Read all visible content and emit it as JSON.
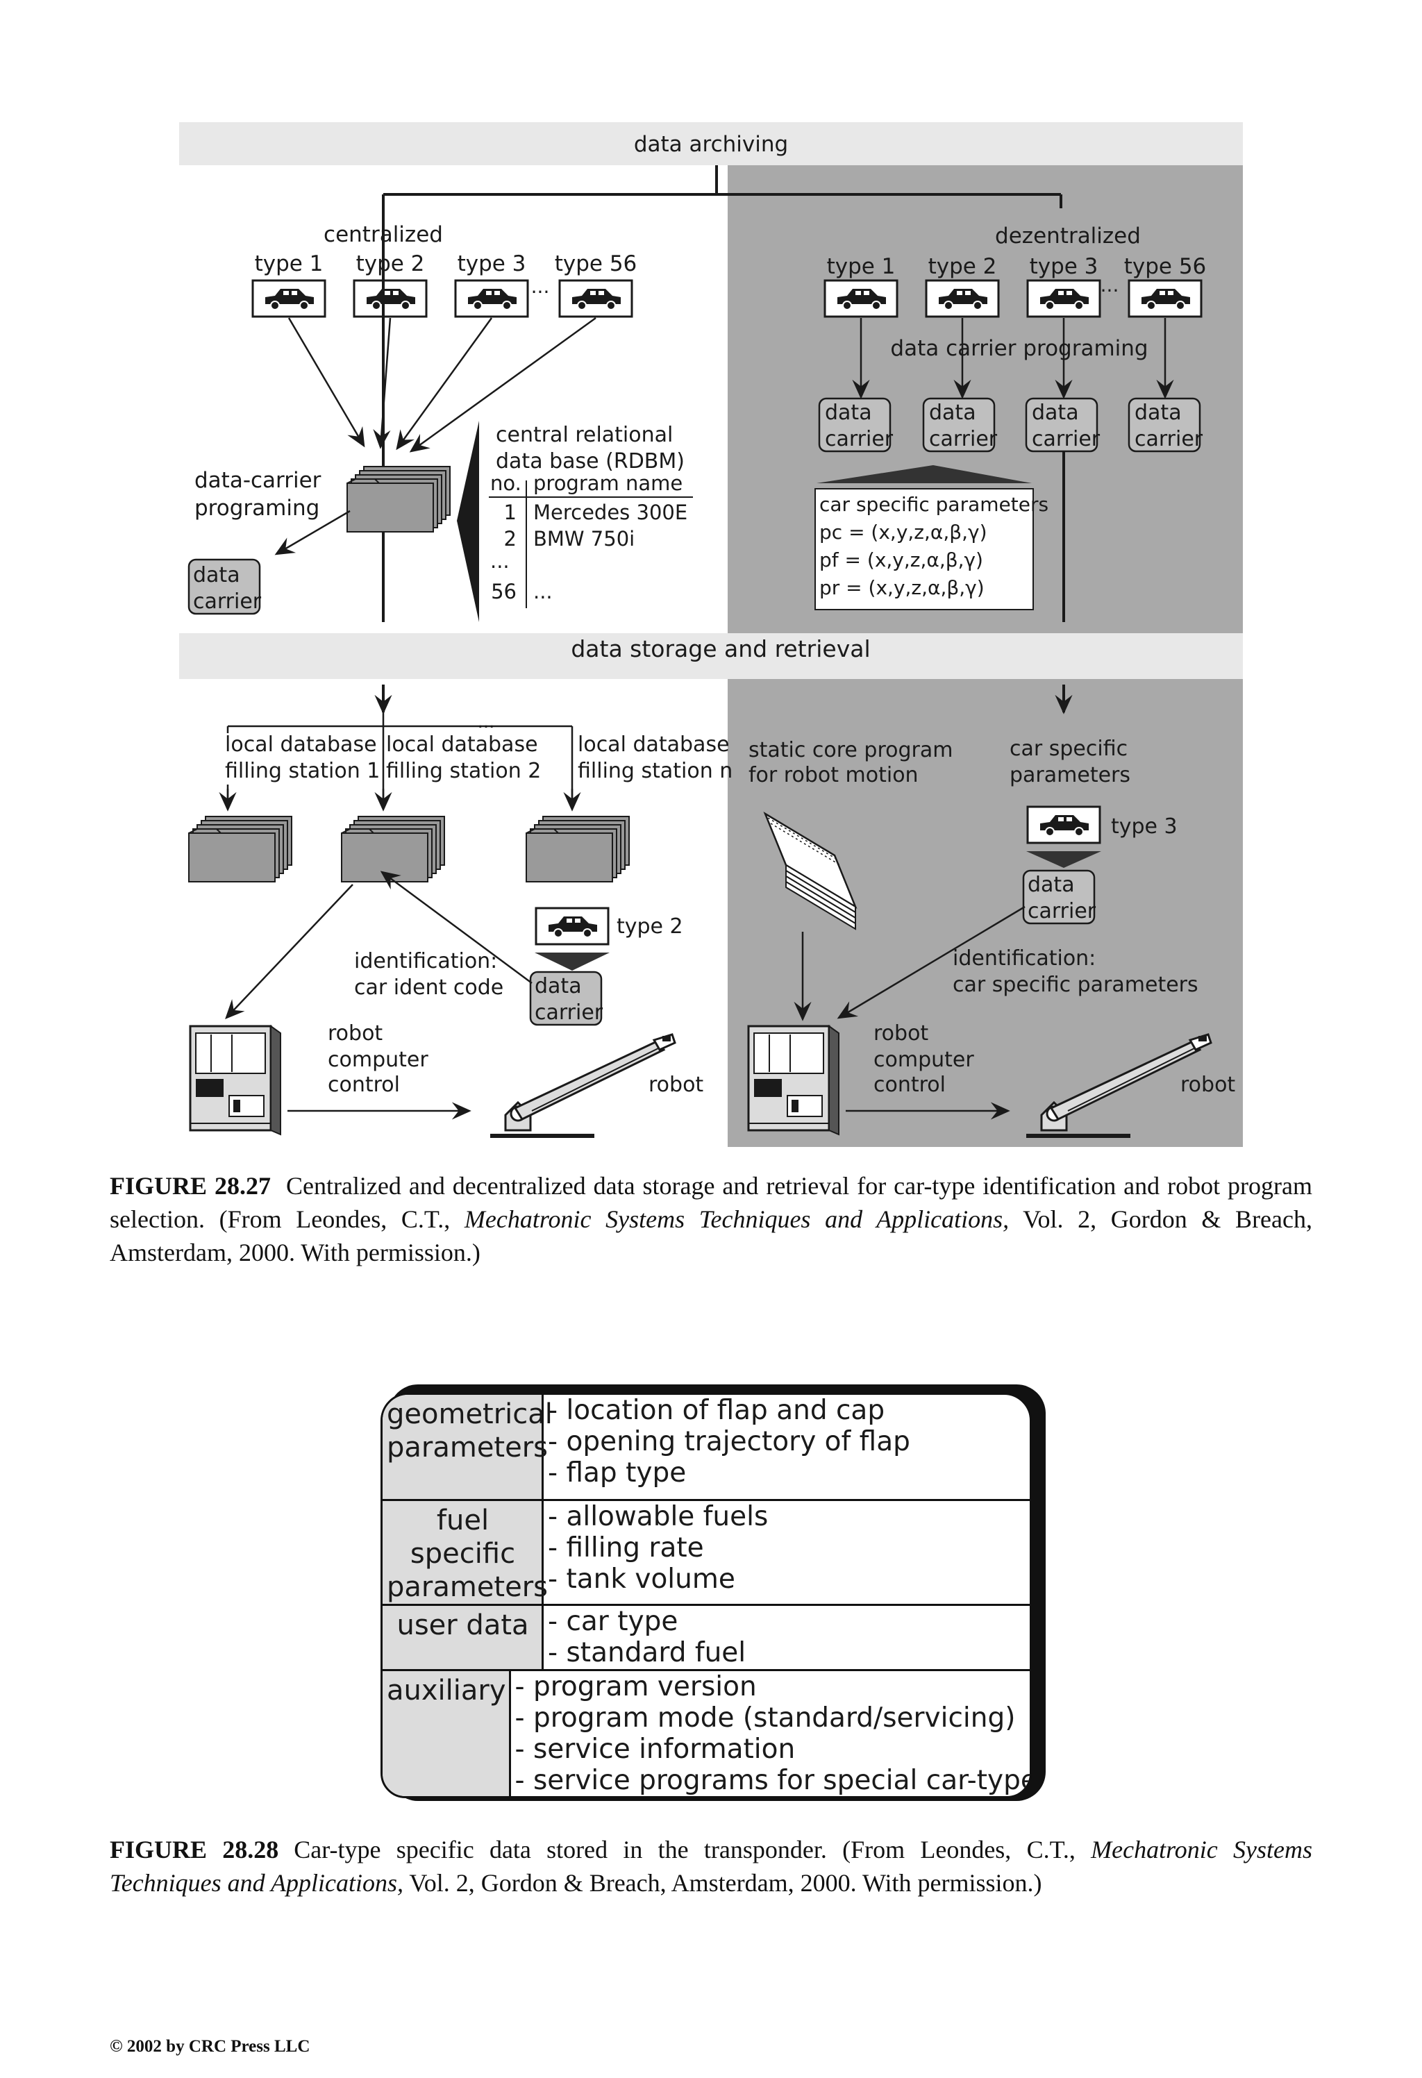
{
  "figure_28_27": {
    "bands": {
      "archiving": "data archiving",
      "storage": "data storage and retrieval"
    },
    "centralized": {
      "title": "centralized",
      "types": [
        "type 1",
        "type 2",
        "type 3",
        "type 56"
      ],
      "ellipsis": "...",
      "rdbm_title_1": "central relational",
      "rdbm_title_2": "data base (RDBM)",
      "table_header": {
        "no": "no.",
        "name": "program name"
      },
      "table_rows": [
        {
          "no": "1",
          "name": "Mercedes 300E"
        },
        {
          "no": "2",
          "name": "BMW 750i"
        },
        {
          "no": "...",
          "name": ""
        },
        {
          "no": "56",
          "name": "..."
        }
      ],
      "dc_prog_1": "data-carrier",
      "dc_prog_2": "programing",
      "carrier_1": "data",
      "carrier_2": "carrier"
    },
    "decentralized": {
      "title": "dezentralized",
      "types": [
        "type 1",
        "type 2",
        "type 3",
        "type 56"
      ],
      "ellipsis": "...",
      "programing": "data carrier programing",
      "carrier_1": "data",
      "carrier_2": "carrier",
      "params_title": "car specific parameters",
      "params": [
        "pc = (x,y,z,α,β,γ)",
        "pf = (x,y,z,α,β,γ)",
        "pr = (x,y,z,α,β,γ)"
      ]
    },
    "lower_left": {
      "ellipsis": "...",
      "stations": [
        {
          "line1": "local database",
          "line2": "filling station 1"
        },
        {
          "line1": "local database",
          "line2": "filling station 2"
        },
        {
          "line1": "local database",
          "line2": "filling station n"
        }
      ],
      "car_type": "type 2",
      "ident_1": "identification:",
      "ident_2": "car ident code",
      "carrier_1": "data",
      "carrier_2": "carrier",
      "robot_ctrl": [
        "robot",
        "computer",
        "control"
      ],
      "robot": "robot"
    },
    "lower_right": {
      "core_1": "static core program",
      "core_2": "for robot motion",
      "csp_1": "car specific",
      "csp_2": "parameters",
      "car_type": "type 3",
      "carrier_1": "data",
      "carrier_2": "carrier",
      "ident_1": "identification:",
      "ident_2": "car specific parameters",
      "robot_ctrl": [
        "robot",
        "computer",
        "control"
      ],
      "robot": "robot"
    },
    "colors": {
      "band": "#e8e8e8",
      "panel": "#a9a9a9",
      "carrier": "#bfbfbf",
      "ink": "#1a1a1a"
    }
  },
  "caption_28_27": {
    "label": "FIGURE 28.27",
    "text_before": "Centralized and decentralized data storage and retrieval for car-type identification and robot program selection. (From Leondes, C.T., ",
    "book": "Mechatronic Systems Techniques and Applications,",
    "text_after": " Vol. 2, Gordon & Breach, Amsterdam, 2000. With permission.)"
  },
  "figure_28_28": {
    "rows": [
      {
        "category": [
          "geometrical",
          "parameters"
        ],
        "items": [
          "- location of flap and cap",
          "- opening trajectory of flap",
          "- flap type"
        ]
      },
      {
        "category": [
          "fuel specific",
          "parameters"
        ],
        "items": [
          "- allowable fuels",
          "- filling rate",
          "- tank volume"
        ]
      },
      {
        "category": [
          "user data"
        ],
        "items": [
          "- car type",
          "- standard fuel"
        ]
      },
      {
        "category": [
          "auxiliary"
        ],
        "items": [
          "- program version",
          "- program mode (standard/servicing)",
          "- service information",
          "- service programs for special car-types"
        ]
      }
    ]
  },
  "caption_28_28": {
    "label": "FIGURE 28.28",
    "text_before": "Car-type specific data stored in the transponder. (From Leondes, C.T., ",
    "book": "Mechatronic Systems Techniques and Applications,",
    "text_after": " Vol. 2, Gordon & Breach, Amsterdam, 2000. With permission.)"
  },
  "copyright": "© 2002 by CRC Press LLC"
}
